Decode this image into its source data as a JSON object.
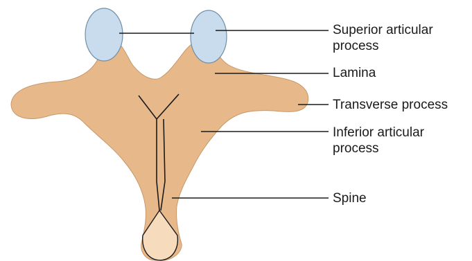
{
  "colors": {
    "bone": "#e7b98a",
    "bone_edge": "#c99766",
    "articular_surface": "#c9dced",
    "articular_edge": "#6f8ea8",
    "spine_tip": "#f6dcbd",
    "leader": "#1a1a1a"
  },
  "labels": {
    "superior_articular_process": {
      "line1": "Superior articular",
      "line2": "process"
    },
    "lamina": {
      "line1": "Lamina"
    },
    "transverse_process": {
      "line1": "Transverse process"
    },
    "inferior_articular_process": {
      "line1": "Inferior articular",
      "line2": "process"
    },
    "spine": {
      "line1": "Spine"
    }
  }
}
